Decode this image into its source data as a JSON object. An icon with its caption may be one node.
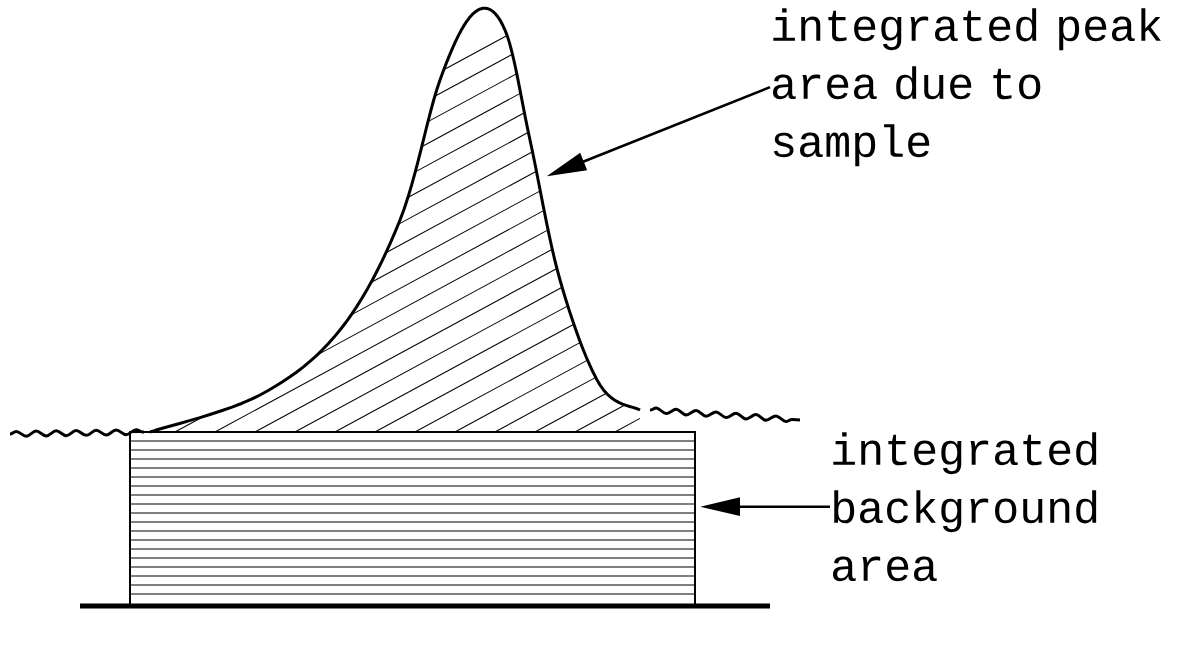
{
  "diagram": {
    "nodes": [
      {
        "text": [
          "integrated peak area due to sample"
        ]
      },
      {
        "text": [],
        "shape": "picture"
      },
      {
        "text": [
          "integrated background area"
        ]
      },
      {
        "text": [],
        "shape": "box"
      }
    ],
    "edges": [
      {
        "from": 0,
        "to": 1,
        "arrow": "to"
      },
      {
        "from": 2,
        "to": 3,
        "arrow": "to"
      }
    ]
  }
}
